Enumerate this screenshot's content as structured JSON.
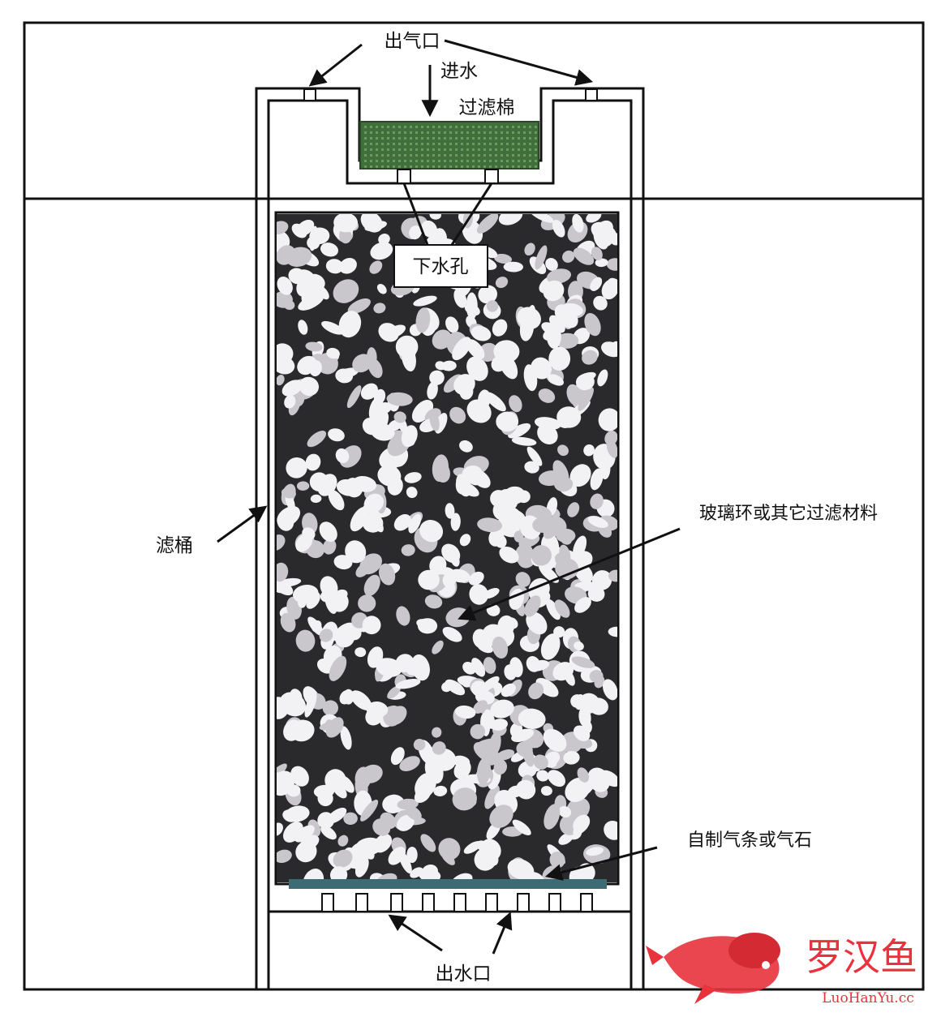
{
  "labels": {
    "air_outlet": "出气口",
    "water_inlet": "进水",
    "filter_cotton": "过滤棉",
    "drain_hole": "下水孔",
    "filter_bucket": "滤桶",
    "filter_media": "玻璃环或其它过滤材料",
    "air_stone": "自制气条或气石",
    "water_outlet": "出水口"
  },
  "watermark": {
    "name": "罗汉鱼",
    "latin": "LuoHanYu.cc"
  },
  "colors": {
    "line": "#111111",
    "media_dark": "#2a2a2c",
    "media_light": "#f2f2f4",
    "cotton": "#3f6f3a",
    "diffuser": "#3c6b74",
    "watermark": "#e8323c"
  }
}
